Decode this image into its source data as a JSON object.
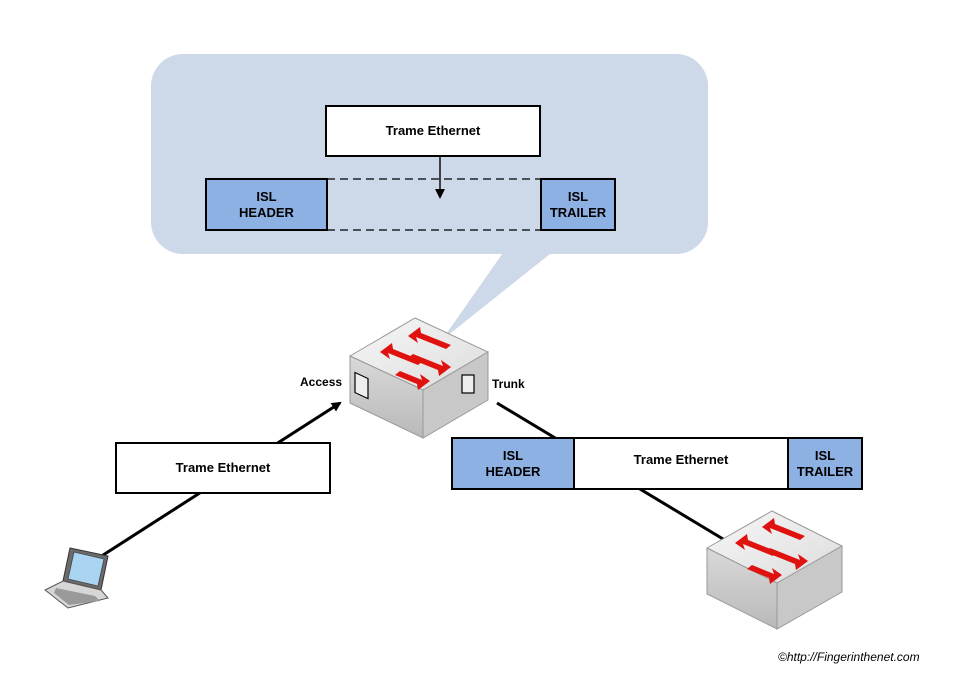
{
  "callout": {
    "frame_label": "Trame Ethernet",
    "header_line1": "ISL",
    "header_line2": "HEADER",
    "trailer_line1": "ISL",
    "trailer_line2": "TRAILER"
  },
  "access_link": {
    "port_label": "Access",
    "frame_label": "Trame Ethernet"
  },
  "trunk_link": {
    "port_label": "Trunk",
    "header_line1": "ISL",
    "header_line2": "HEADER",
    "frame_label": "Trame Ethernet",
    "trailer_line1": "ISL",
    "trailer_line2": "TRAILER"
  },
  "copyright": "©http://Fingerinthenet.com",
  "colors": {
    "callout_fill": "#cdd8e8",
    "isl_fill": "#8eb1e3",
    "arrow_red": "#e0120f",
    "switch_body": "#d4d4d4"
  },
  "icons": [
    "switch-icon",
    "laptop-icon"
  ]
}
